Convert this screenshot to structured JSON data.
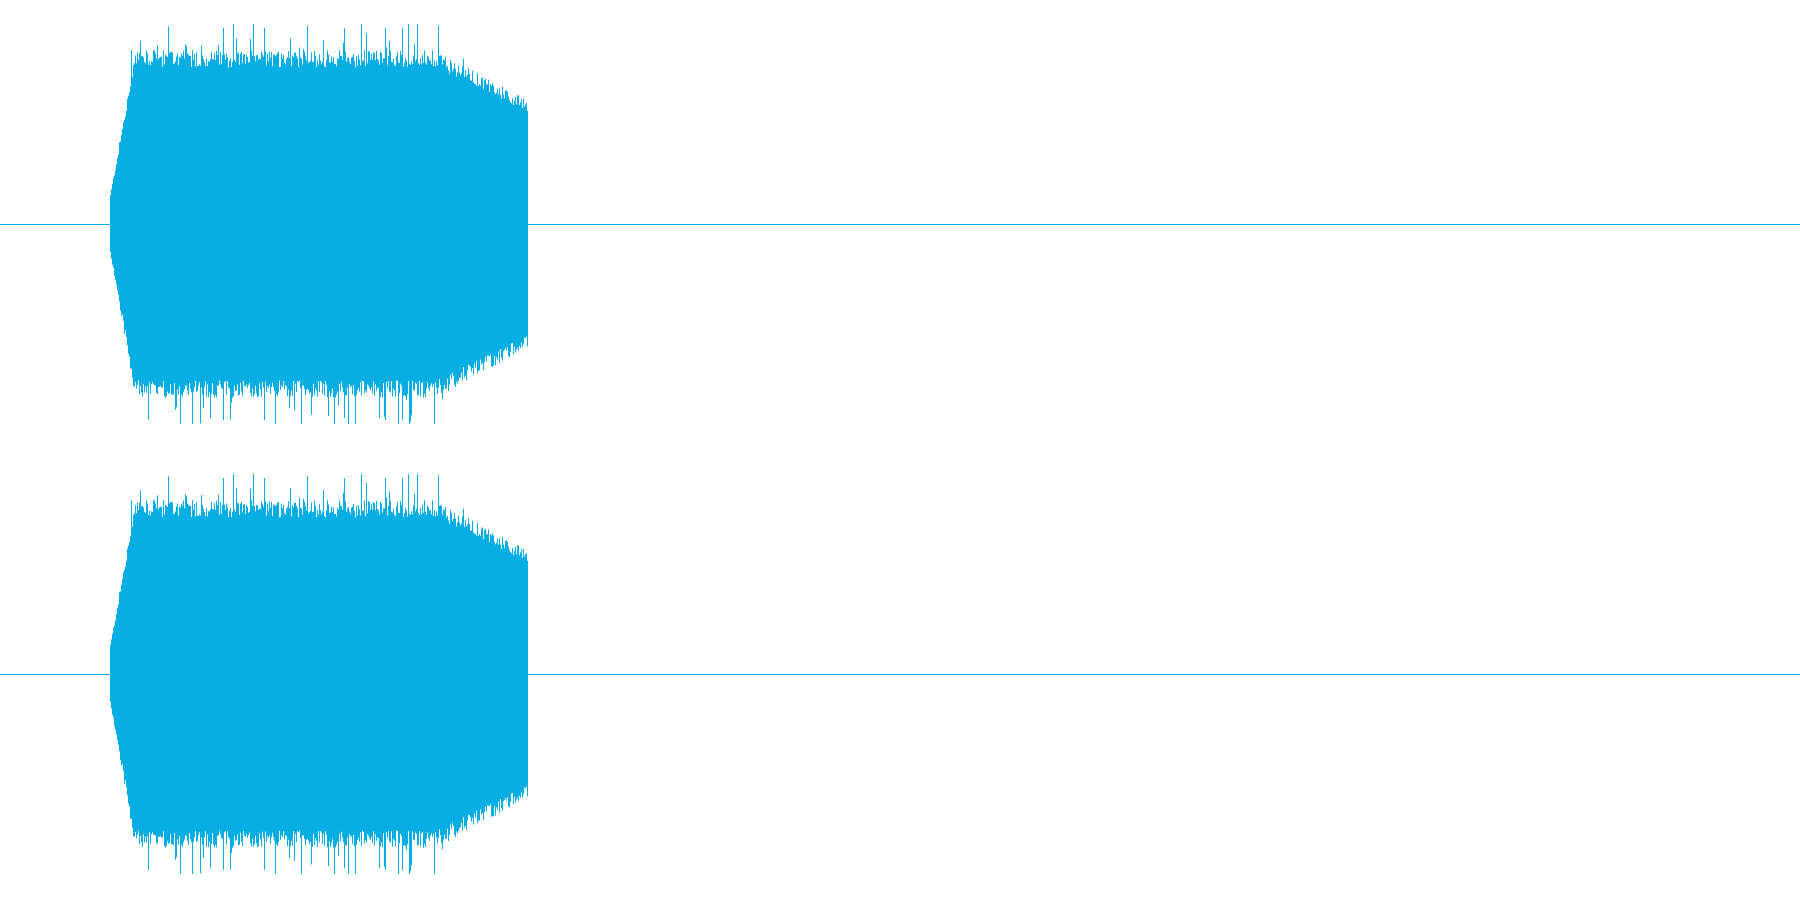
{
  "waveform": {
    "color": "#06aee4",
    "background": "#ffffff",
    "channel_count": 2,
    "sound_start_fraction": 0.061,
    "sound_end_fraction": 0.293,
    "peak_amplitude_fraction": 0.98,
    "channels": [
      {
        "id": "left"
      },
      {
        "id": "right"
      }
    ]
  }
}
